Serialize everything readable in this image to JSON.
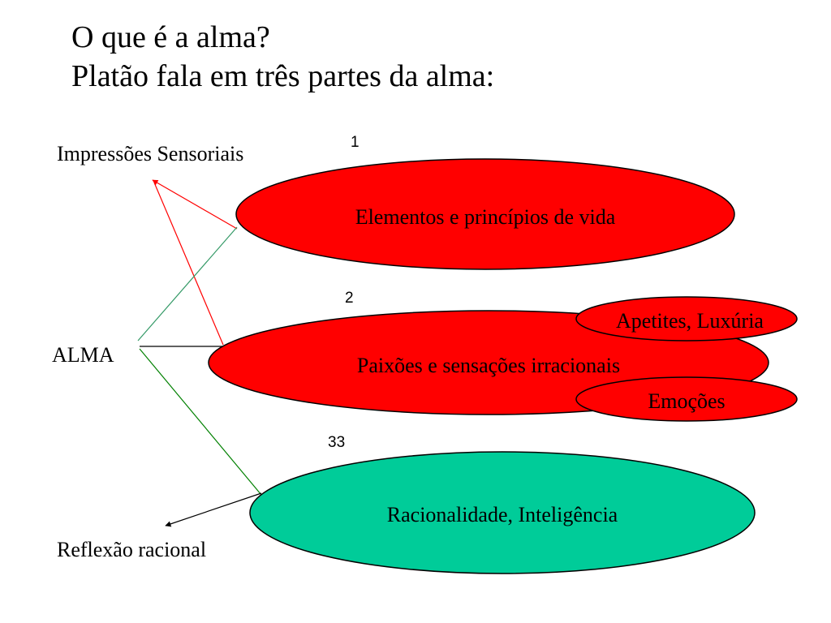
{
  "title": {
    "line1": "O que é a alma?",
    "line2": "Platão fala em três partes da alma:"
  },
  "labels": {
    "sensory": "Impressões Sensoriais",
    "soul": "ALMA",
    "reflection": "Reflexão racional"
  },
  "parts": [
    {
      "number": "1",
      "text": "Elementos e princípios de vida",
      "color": "#ff0000"
    },
    {
      "number": "2",
      "text": "Paixões e sensações irracionais",
      "color": "#ff0000"
    },
    {
      "number": "33",
      "text": "Racionalidade, Inteligência",
      "color": "#00cc99"
    }
  ],
  "sub_parts": [
    {
      "text": "Apetites, Luxúria",
      "color": "#ff0000"
    },
    {
      "text": "Emoções",
      "color": "#ff0000"
    }
  ],
  "colors": {
    "red_line": "#ff0000",
    "green_line": "#339966",
    "dark_green_line": "#008000",
    "black_line": "#000000"
  }
}
